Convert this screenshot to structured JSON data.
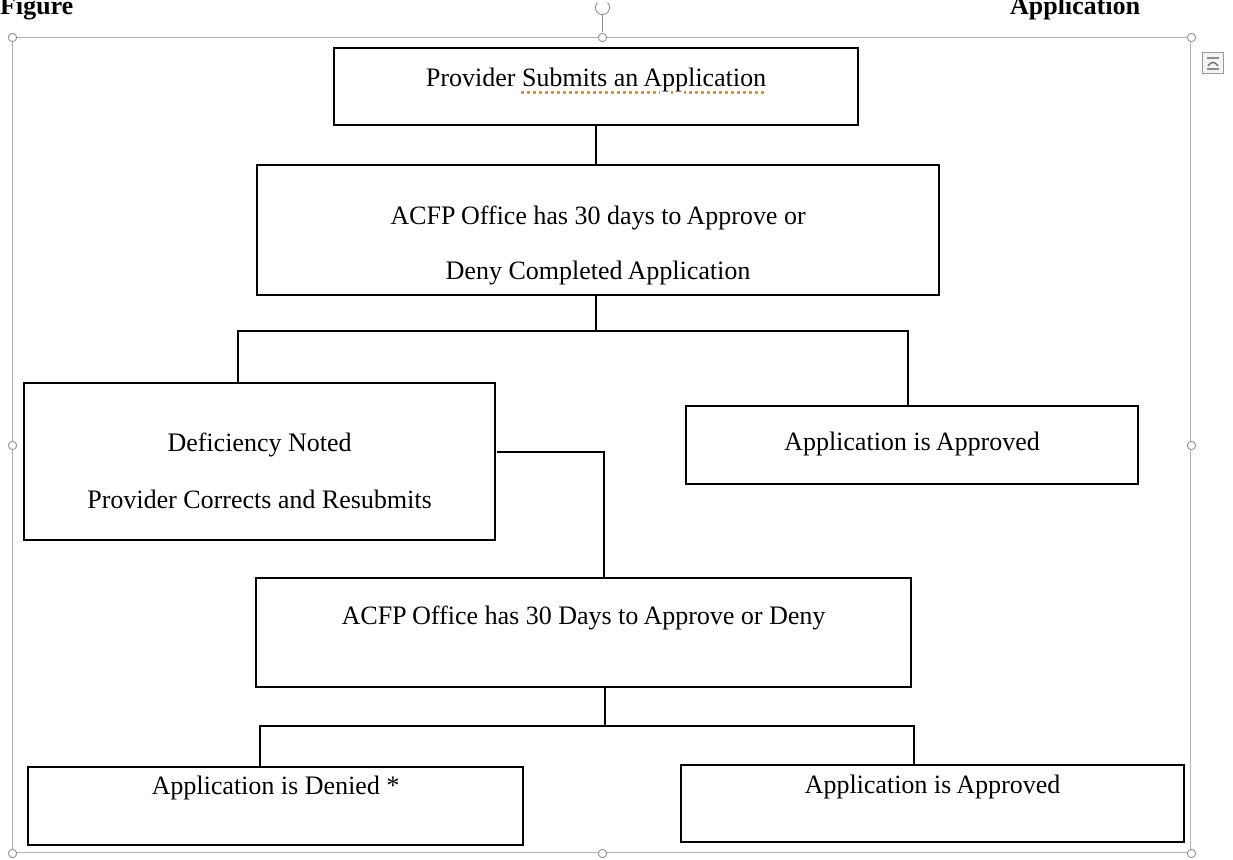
{
  "header": {
    "left_text": "Figure",
    "right_text": "Application"
  },
  "flowchart": {
    "start": {
      "lead": "Provider ",
      "emphasis": "Submits an Application"
    },
    "review_1": {
      "line1": "ACFP Office has 30 days to Approve or",
      "line2": "Deny Completed Application"
    },
    "deficiency": {
      "line1": "Deficiency Noted",
      "line2": "Provider Corrects and Resubmits"
    },
    "approved_1": "Application is Approved",
    "review_2": "ACFP Office has 30 Days to Approve or Deny",
    "denied": "Application is Denied *",
    "approved_2": "Application is Approved"
  },
  "colors": {
    "stroke": "#000000",
    "selection_frame": "#b3b3b3",
    "spell_underline": "#c08a2a"
  },
  "icons": {
    "layout_options": "layout-options-icon",
    "rotate_handle": "rotate-handle-icon"
  }
}
